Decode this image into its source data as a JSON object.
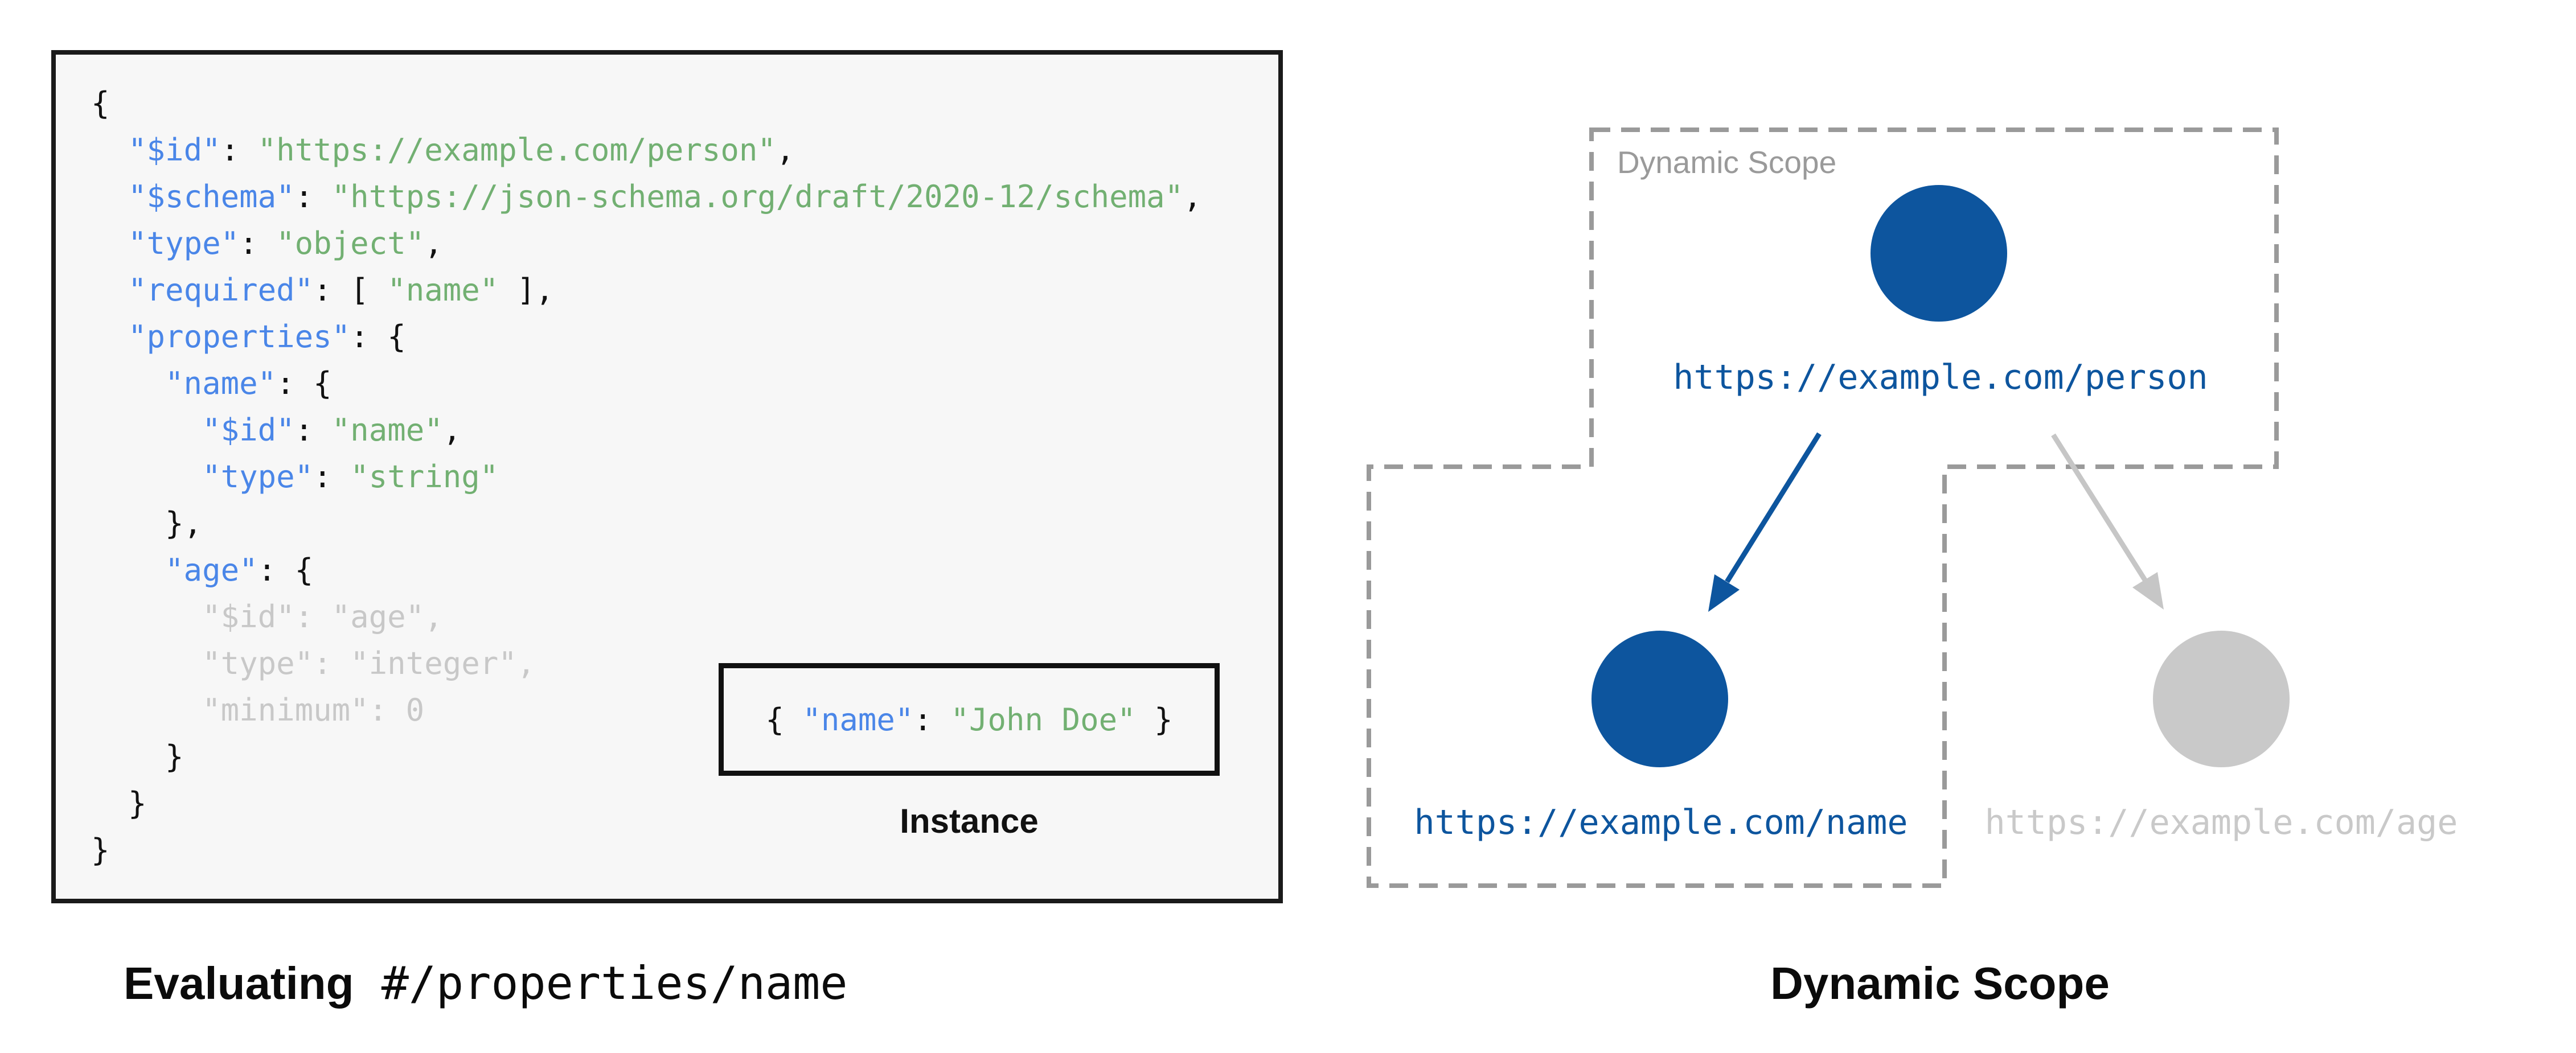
{
  "left_panel": {
    "caption_bold": "Evaluating",
    "caption_mono": " #/properties/name",
    "instance_label": "Instance",
    "instance_segments": [
      {
        "t": "{ ",
        "c": "p"
      },
      {
        "t": "\"name\"",
        "c": "k"
      },
      {
        "t": ": ",
        "c": "p"
      },
      {
        "t": "\"John Doe\"",
        "c": "s"
      },
      {
        "t": " }",
        "c": "p"
      }
    ],
    "code_lines": [
      [
        {
          "t": "{",
          "c": "p"
        }
      ],
      [
        {
          "t": "  ",
          "c": "p"
        },
        {
          "t": "\"$id\"",
          "c": "k"
        },
        {
          "t": ": ",
          "c": "p"
        },
        {
          "t": "\"https://example.com/person\"",
          "c": "s"
        },
        {
          "t": ",",
          "c": "p"
        }
      ],
      [
        {
          "t": "  ",
          "c": "p"
        },
        {
          "t": "\"$schema\"",
          "c": "k"
        },
        {
          "t": ": ",
          "c": "p"
        },
        {
          "t": "\"https://json-schema.org/draft/2020-12/schema\"",
          "c": "s"
        },
        {
          "t": ",",
          "c": "p"
        }
      ],
      [
        {
          "t": "  ",
          "c": "p"
        },
        {
          "t": "\"type\"",
          "c": "k"
        },
        {
          "t": ": ",
          "c": "p"
        },
        {
          "t": "\"object\"",
          "c": "s"
        },
        {
          "t": ",",
          "c": "p"
        }
      ],
      [
        {
          "t": "  ",
          "c": "p"
        },
        {
          "t": "\"required\"",
          "c": "k"
        },
        {
          "t": ": [ ",
          "c": "p"
        },
        {
          "t": "\"name\"",
          "c": "s"
        },
        {
          "t": " ],",
          "c": "p"
        }
      ],
      [
        {
          "t": "  ",
          "c": "p"
        },
        {
          "t": "\"properties\"",
          "c": "k"
        },
        {
          "t": ": {",
          "c": "p"
        }
      ],
      [
        {
          "t": "    ",
          "c": "p"
        },
        {
          "t": "\"name\"",
          "c": "k"
        },
        {
          "t": ": {",
          "c": "p"
        }
      ],
      [
        {
          "t": "      ",
          "c": "p"
        },
        {
          "t": "\"$id\"",
          "c": "k"
        },
        {
          "t": ": ",
          "c": "p"
        },
        {
          "t": "\"name\"",
          "c": "s"
        },
        {
          "t": ",",
          "c": "p"
        }
      ],
      [
        {
          "t": "      ",
          "c": "p"
        },
        {
          "t": "\"type\"",
          "c": "k"
        },
        {
          "t": ": ",
          "c": "p"
        },
        {
          "t": "\"string\"",
          "c": "s"
        }
      ],
      [
        {
          "t": "    },",
          "c": "p"
        }
      ],
      [
        {
          "t": "    ",
          "c": "p"
        },
        {
          "t": "\"age\"",
          "c": "k"
        },
        {
          "t": ": {",
          "c": "p"
        }
      ],
      [
        {
          "t": "      \"$id\": \"age\",",
          "c": "m"
        }
      ],
      [
        {
          "t": "      \"type\": \"integer\",",
          "c": "m"
        }
      ],
      [
        {
          "t": "      \"minimum\": 0",
          "c": "m"
        }
      ],
      [
        {
          "t": "    }",
          "c": "p"
        }
      ],
      [
        {
          "t": "  }",
          "c": "p"
        }
      ],
      [
        {
          "t": "}",
          "c": "p"
        }
      ]
    ]
  },
  "diagram": {
    "scope_box_label": "Dynamic Scope",
    "caption": "Dynamic Scope",
    "nodes": [
      {
        "id": "person",
        "label": "https://example.com/person",
        "state": "active"
      },
      {
        "id": "name",
        "label": "https://example.com/name",
        "state": "active"
      },
      {
        "id": "age",
        "label": "https://example.com/age",
        "state": "inactive"
      }
    ]
  },
  "colors": {
    "node_active": "#0d559e",
    "node_inactive": "#c9c9c9",
    "arrow_active": "#0d559e",
    "arrow_inactive": "#c6c6c6",
    "dashed_border": "#9a9a9a",
    "code_key": "#4a86e8",
    "code_string": "#72b072",
    "code_muted": "#c8c8c8",
    "code_text": "#111111",
    "panel_bg": "#f7f7f7"
  }
}
